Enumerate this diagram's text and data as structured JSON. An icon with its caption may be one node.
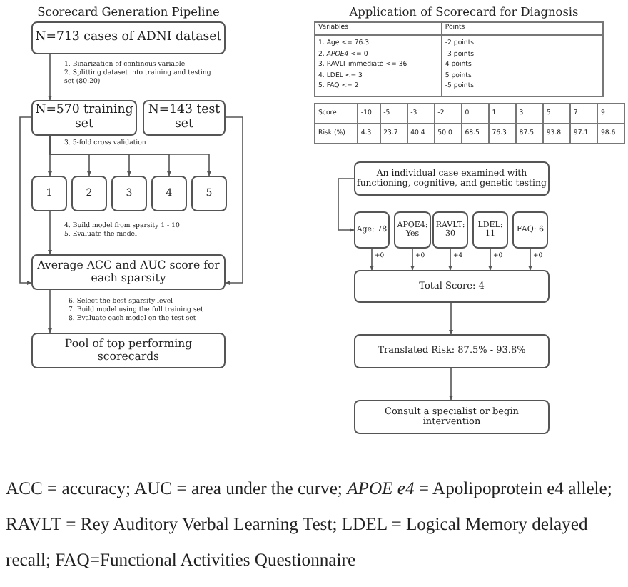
{
  "diagram": {
    "caption": "ACC = accuracy; AUC = area under the curve; *APOE e4* = Apolipoprotein e4 allele; RAVLT = Rey Auditory Verbal Learning Test; LDEL = Logical Memory delayed recall; FAQ=Functional Activities Questionnaire",
    "nodes": [
      {
        "text": [
          "N=713 cases of ADNI dataset"
        ]
      },
      {
        "text": [
          "N=570 training set"
        ]
      },
      {
        "text": [
          "N=143 test set"
        ]
      },
      {
        "text": [
          "1"
        ]
      },
      {
        "text": [
          "2"
        ]
      },
      {
        "text": [
          "3"
        ]
      },
      {
        "text": [
          "4"
        ]
      },
      {
        "text": [
          "5"
        ]
      },
      {
        "text": [
          "Average ACC and AUC score for each sparsity"
        ]
      },
      {
        "text": [
          "Pool of top performing scorecards"
        ]
      },
      {
        "text": [
          "An individual case examined with functioning, cognitive, and genetic testing"
        ]
      },
      {
        "text": [
          "Age: 78"
        ]
      },
      {
        "text": [
          "APOE4: Yes"
        ]
      },
      {
        "text": [
          "RAVLT: 30"
        ]
      },
      {
        "text": [
          "LDEL: 11"
        ]
      },
      {
        "text": [
          "FAQ: 6"
        ]
      },
      {
        "text": [
          "Total Score: 4"
        ]
      },
      {
        "text": [
          "Translated Risk: 87.5% - 93.8%"
        ]
      },
      {
        "text": [
          "Consult a specialist or begin intervention"
        ]
      }
    ],
    "edges": [
      {
        "from": 0,
        "to": 1,
        "arrow": "to"
      },
      {
        "from": 1,
        "to": 3,
        "arrow": "to"
      },
      {
        "from": 1,
        "to": 4,
        "arrow": "to"
      },
      {
        "from": 1,
        "to": 5,
        "arrow": "to"
      },
      {
        "from": 1,
        "to": 6,
        "arrow": "to"
      },
      {
        "from": 1,
        "to": 7,
        "arrow": "to"
      },
      {
        "from": 3,
        "to": 8,
        "arrow": "to"
      },
      {
        "from": 8,
        "to": 9,
        "arrow": "to"
      },
      {
        "from": 1,
        "to": 8,
        "arrow": "to"
      },
      {
        "from": 2,
        "to": 8,
        "arrow": "to"
      },
      {
        "from": 10,
        "to": 11,
        "arrow": "to"
      },
      {
        "from": 11,
        "to": 16,
        "arrow": "to",
        "label": "+0"
      },
      {
        "from": 12,
        "to": 16,
        "arrow": "to",
        "label": "+0"
      },
      {
        "from": 13,
        "to": 16,
        "arrow": "to",
        "label": "+4"
      },
      {
        "from": 14,
        "to": 16,
        "arrow": "to",
        "label": "+0"
      },
      {
        "from": 15,
        "to": 16,
        "arrow": "to",
        "label": "+0"
      },
      {
        "from": 16,
        "to": 17,
        "arrow": "to"
      },
      {
        "from": 17,
        "to": 18,
        "arrow": "to"
      }
    ],
    "labels": [
      "Scorecard Generation Pipeline",
      "Application of Scorecard for Diagnosis",
      "1. Binarization of continous variable",
      "2. Splitting dataset into training and testing set (80:20)",
      "3. 5-fold cross validation",
      "4. Build model from sparsity 1 - 10",
      "5. Evaluate the model",
      "6. Select the best sparsity level",
      "7. Build model using the full training set",
      "8. Evaluate each model on the test set",
      "Variables",
      "Points",
      "1. Age <= 76.3",
      "-2 points",
      "2. *APOE4* <= 0",
      "-3 points",
      "3. RAVLT immediate <= 36",
      "4 points",
      "4. LDEL <= 3",
      "5 points",
      "5. FAQ <= 2",
      "-5 points",
      "Score",
      "-10",
      "-5",
      "-3",
      "-2",
      "0",
      "1",
      "3",
      "5",
      "7",
      "9",
      "Risk (%)",
      "4.3",
      "23.7",
      "40.4",
      "50.0",
      "68.5",
      "76.3",
      "87.5",
      "93.8",
      "97.1",
      "98.6"
    ]
  }
}
